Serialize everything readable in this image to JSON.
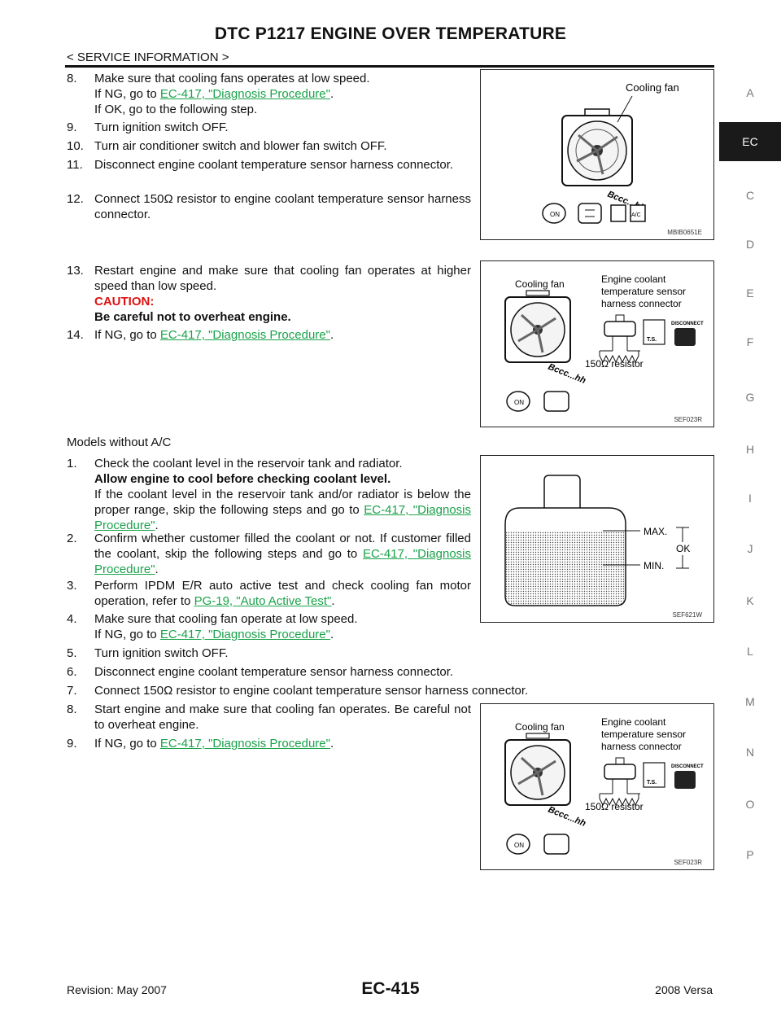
{
  "header": {
    "title": "DTC P1217 ENGINE OVER TEMPERATURE",
    "subtitle": "< SERVICE INFORMATION >"
  },
  "side_tabs": [
    "A",
    "EC",
    "C",
    "D",
    "E",
    "F",
    "G",
    "H",
    "I",
    "J",
    "K",
    "L",
    "M",
    "N",
    "O",
    "P"
  ],
  "link_text": "EC-417, \"Diagnosis Procedure\"",
  "link_part1": "EC-417,",
  "link_part2": "\"Diagnosis Procedure\"",
  "pg_link": "PG-19, \"Auto Active Test\"",
  "steps_a": {
    "s8_num": "8.",
    "s8_l1": "Make sure that cooling fans operates at low speed.",
    "s8_l2a": "If NG, go to ",
    "s8_l3": "If OK, go to the following step.",
    "s9_num": "9.",
    "s9": "Turn ignition switch OFF.",
    "s10_num": "10.",
    "s10": "Turn air conditioner switch and blower fan switch OFF.",
    "s11_num": "11.",
    "s11": "Disconnect engine coolant temperature sensor harness connector.",
    "s12_num": "12.",
    "s12": "Connect 150Ω resistor to engine coolant temperature sensor harness connector.",
    "s13_num": "13.",
    "s13": "Restart engine and make sure that cooling fan operates at higher speed than low speed.",
    "caution_label": "CAUTION:",
    "caution_text": "Be careful not to overheat engine.",
    "s14_num": "14.",
    "s14a": "If NG, go to "
  },
  "section_b": {
    "heading": "Models without A/C",
    "s1_num": "1.",
    "s1_l1": "Check the coolant level in the reservoir tank and radiator.",
    "s1_bold": "Allow engine to cool before checking coolant level.",
    "s1_l3": "If the coolant level in the reservoir tank and/or radiator is below the proper range, skip the following steps and go to ",
    "s2_num": "2.",
    "s2": "Confirm whether customer filled the coolant or not. If customer filled the coolant, skip the following steps and go to ",
    "s3_num": "3.",
    "s3": "Perform IPDM E/R auto active test and check cooling fan motor operation, refer to ",
    "s4_num": "4.",
    "s4_l1": "Make sure that cooling fan operate at low speed.",
    "s4_l2a": "If NG, go to ",
    "s5_num": "5.",
    "s5": "Turn ignition switch OFF.",
    "s6_num": "6.",
    "s6": "Disconnect engine coolant temperature sensor harness connector.",
    "s7_num": "7.",
    "s7": "Connect 150Ω resistor to engine coolant temperature sensor harness connector.",
    "s8_num": "8.",
    "s8": "Start engine and make sure that cooling fan operates. Be careful not to overheat engine.",
    "s9_num": "9.",
    "s9a": "If NG, go to "
  },
  "period": ".",
  "figures": {
    "fig1": {
      "label": "Cooling fan",
      "code": "MBIB0651E",
      "ac": "A/C",
      "on": "ON",
      "sound": "Bccc...hh"
    },
    "fig2": {
      "fan_label": "Cooling fan",
      "conn_l1": "Engine coolant",
      "conn_l2": "temperature sensor",
      "conn_l3": "harness connector",
      "resistor": "150Ω  resistor",
      "disconnect": "DISCONNECT",
      "ts": "T.S.",
      "on": "ON",
      "sound": "Bccc...hh",
      "code": "SEF023R"
    },
    "fig3": {
      "max": "MAX.",
      "min": "MIN.",
      "ok": "OK",
      "code": "SEF621W"
    },
    "fig4": {
      "fan_label": "Cooling fan",
      "conn_l1": "Engine coolant",
      "conn_l2": "temperature sensor",
      "conn_l3": "harness connector",
      "resistor": "150Ω  resistor",
      "disconnect": "DISCONNECT",
      "ts": "T.S.",
      "on": "ON",
      "sound": "Bccc...hh",
      "code": "SEF023R"
    }
  },
  "footer": {
    "revision": "Revision: May 2007",
    "page": "EC-415",
    "model": "2008 Versa"
  }
}
